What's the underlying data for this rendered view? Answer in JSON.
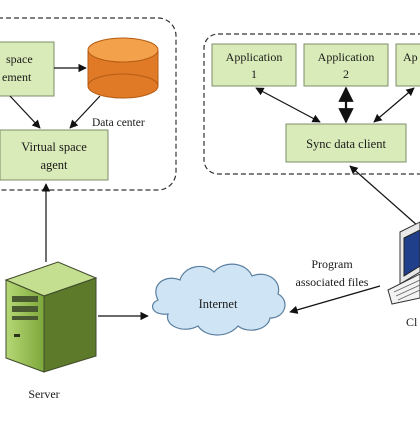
{
  "colors": {
    "box_fill": "#d9ebb8",
    "box_stroke": "#7d8c6a",
    "cylinder_top": "#f3a14a",
    "cylinder_body": "#e07a26",
    "cloud_fill": "#cfe5f5",
    "cloud_stroke": "#5a7fa0",
    "tower_fill": "#9ac451",
    "tower_dark": "#3f4a2c",
    "frame_stroke": "#333333",
    "arrow": "#111111"
  },
  "left_group": {
    "space_management_lines": [
      "space",
      "ement"
    ],
    "data_center_label": "Data center",
    "virtual_space_agent_lines": [
      "Virtual space",
      "agent"
    ]
  },
  "right_group": {
    "applications": [
      {
        "lines": [
          "Application",
          "1"
        ]
      },
      {
        "lines": [
          "Application",
          "2"
        ]
      },
      {
        "lines": [
          "Ap",
          ""
        ]
      }
    ],
    "sync_client_label": "Sync data client"
  },
  "bottom": {
    "server_label": "Server",
    "internet_label": "Internet",
    "program_files_lines": [
      "Program",
      "associated files"
    ],
    "client_label": "Cl"
  },
  "icons": {
    "server": "server-tower-icon",
    "client": "desktop-computer-icon",
    "data_center": "database-cylinder-icon",
    "internet": "cloud-icon"
  }
}
